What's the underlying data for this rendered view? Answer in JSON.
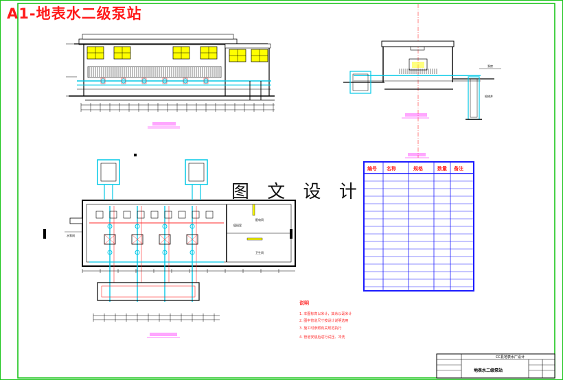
{
  "sheet": {
    "title": "A1-地表水二级泵站",
    "watermark": "图 文 设 计"
  },
  "colors": {
    "frame": "#19c419",
    "wall": "#000000",
    "pipe": "#00c8e6",
    "red": "#ff2a2a",
    "magenta": "#ff00ff",
    "blue": "#1a1aff",
    "window": "#ffff00"
  },
  "equipment_table": {
    "headers": [
      "编号",
      "名称",
      "规格",
      "数量",
      "备注"
    ]
  },
  "notes": {
    "heading": "说明",
    "items": [
      "1. 本图标高以米计，其余以毫米计",
      "2. 图中管道尺寸按设计说明选用",
      "3. 施工时参照有关规范执行",
      "4. 管道安装后进行试压、冲洗"
    ]
  },
  "title_block": {
    "project": "CC县地表水厂设计",
    "drawing_name": "地表水二级泵站"
  },
  "rooms": {
    "left_plan": "水泵间",
    "right_plan": "配电间"
  }
}
